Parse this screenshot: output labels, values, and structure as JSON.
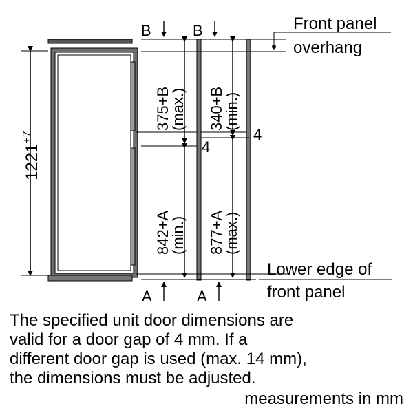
{
  "diagram": {
    "labels": {
      "b_left": "B",
      "b_right": "B",
      "a_left": "A",
      "a_right": "A",
      "front_panel_1": "Front panel",
      "front_panel_2": "overhang",
      "lower_edge_1": "Lower edge of",
      "lower_edge_2": "front panel",
      "height_main": "1221",
      "height_tol": "+7",
      "dim_upper_left": "375+B",
      "dim_upper_left_q": "(max.)",
      "dim_upper_right": "340+B",
      "dim_upper_right_q": "(min.)",
      "dim_lower_left": "842+A",
      "dim_lower_left_q": "(min.)",
      "dim_lower_right": "877+A",
      "dim_lower_right_q": "(max.)",
      "gap_left": "4",
      "gap_right": "4"
    }
  },
  "note": {
    "lines": [
      "The specified unit door dimensions are",
      "valid for a door gap of 4 mm. If a",
      "different door gap is used (max. 14 mm),",
      "the dimensions must be adjusted."
    ],
    "units": "measurements in mm"
  }
}
